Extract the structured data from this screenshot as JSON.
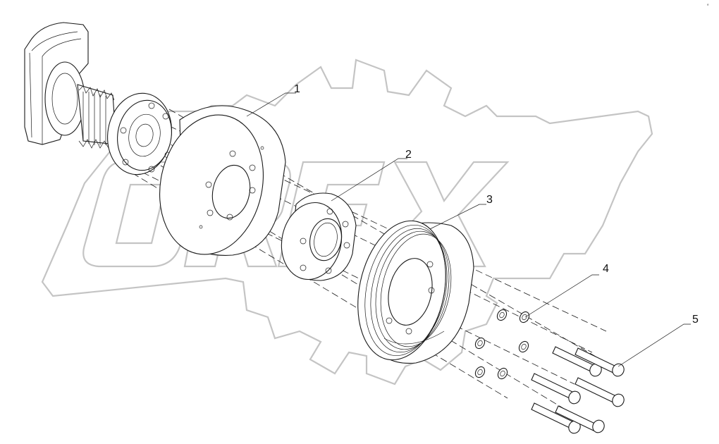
{
  "callouts": [
    {
      "id": "1",
      "label": "1"
    },
    {
      "id": "2",
      "label": "2"
    },
    {
      "id": "3",
      "label": "3"
    },
    {
      "id": "4",
      "label": "4"
    },
    {
      "id": "5",
      "label": "5"
    }
  ],
  "watermark": {
    "text": "ORFX"
  },
  "corner_mark": {
    "text": "e"
  },
  "colors": {
    "line": "#1a1a1a",
    "watermark": "#c4c4c4",
    "background": "#ffffff"
  }
}
